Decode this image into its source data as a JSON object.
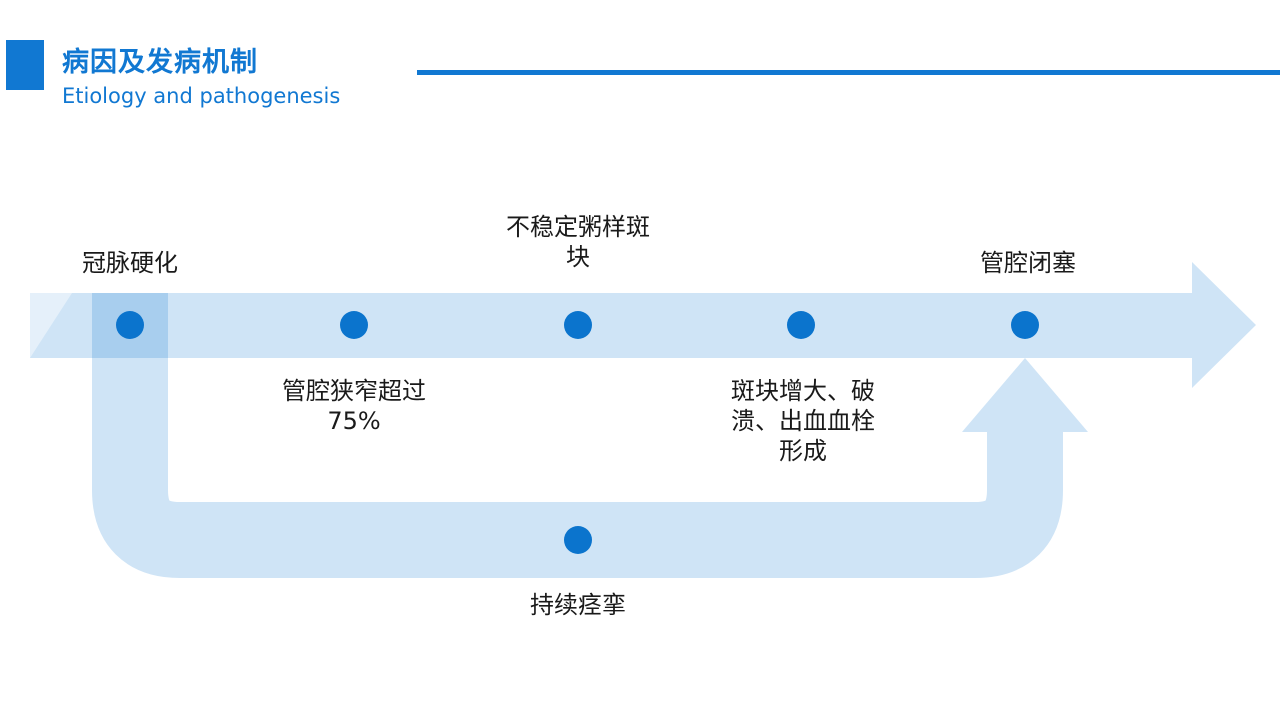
{
  "header": {
    "title_cn": "病因及发病机制",
    "title_en": "Etiology and pathogenesis"
  },
  "diagram": {
    "labels": {
      "coronary_sclerosis": "冠脉硬化",
      "unstable_plaque": "不稳定粥样斑块",
      "occlusion": "管腔闭塞",
      "stenosis": "管腔狭窄超过75%",
      "plaque_growth": "斑块增大、破溃、出血血栓形成",
      "spasm": "持续痉挛"
    },
    "dot_count_main": 5,
    "dot_count_loop": 1
  },
  "colors": {
    "accent_blue": "#1178d2",
    "band_light_blue": "#cfe4f6",
    "band_overlap_blue": "#a9ceef",
    "dot_blue": "#0b74cd",
    "label_text": "#1a1a1a",
    "background": "#ffffff"
  }
}
